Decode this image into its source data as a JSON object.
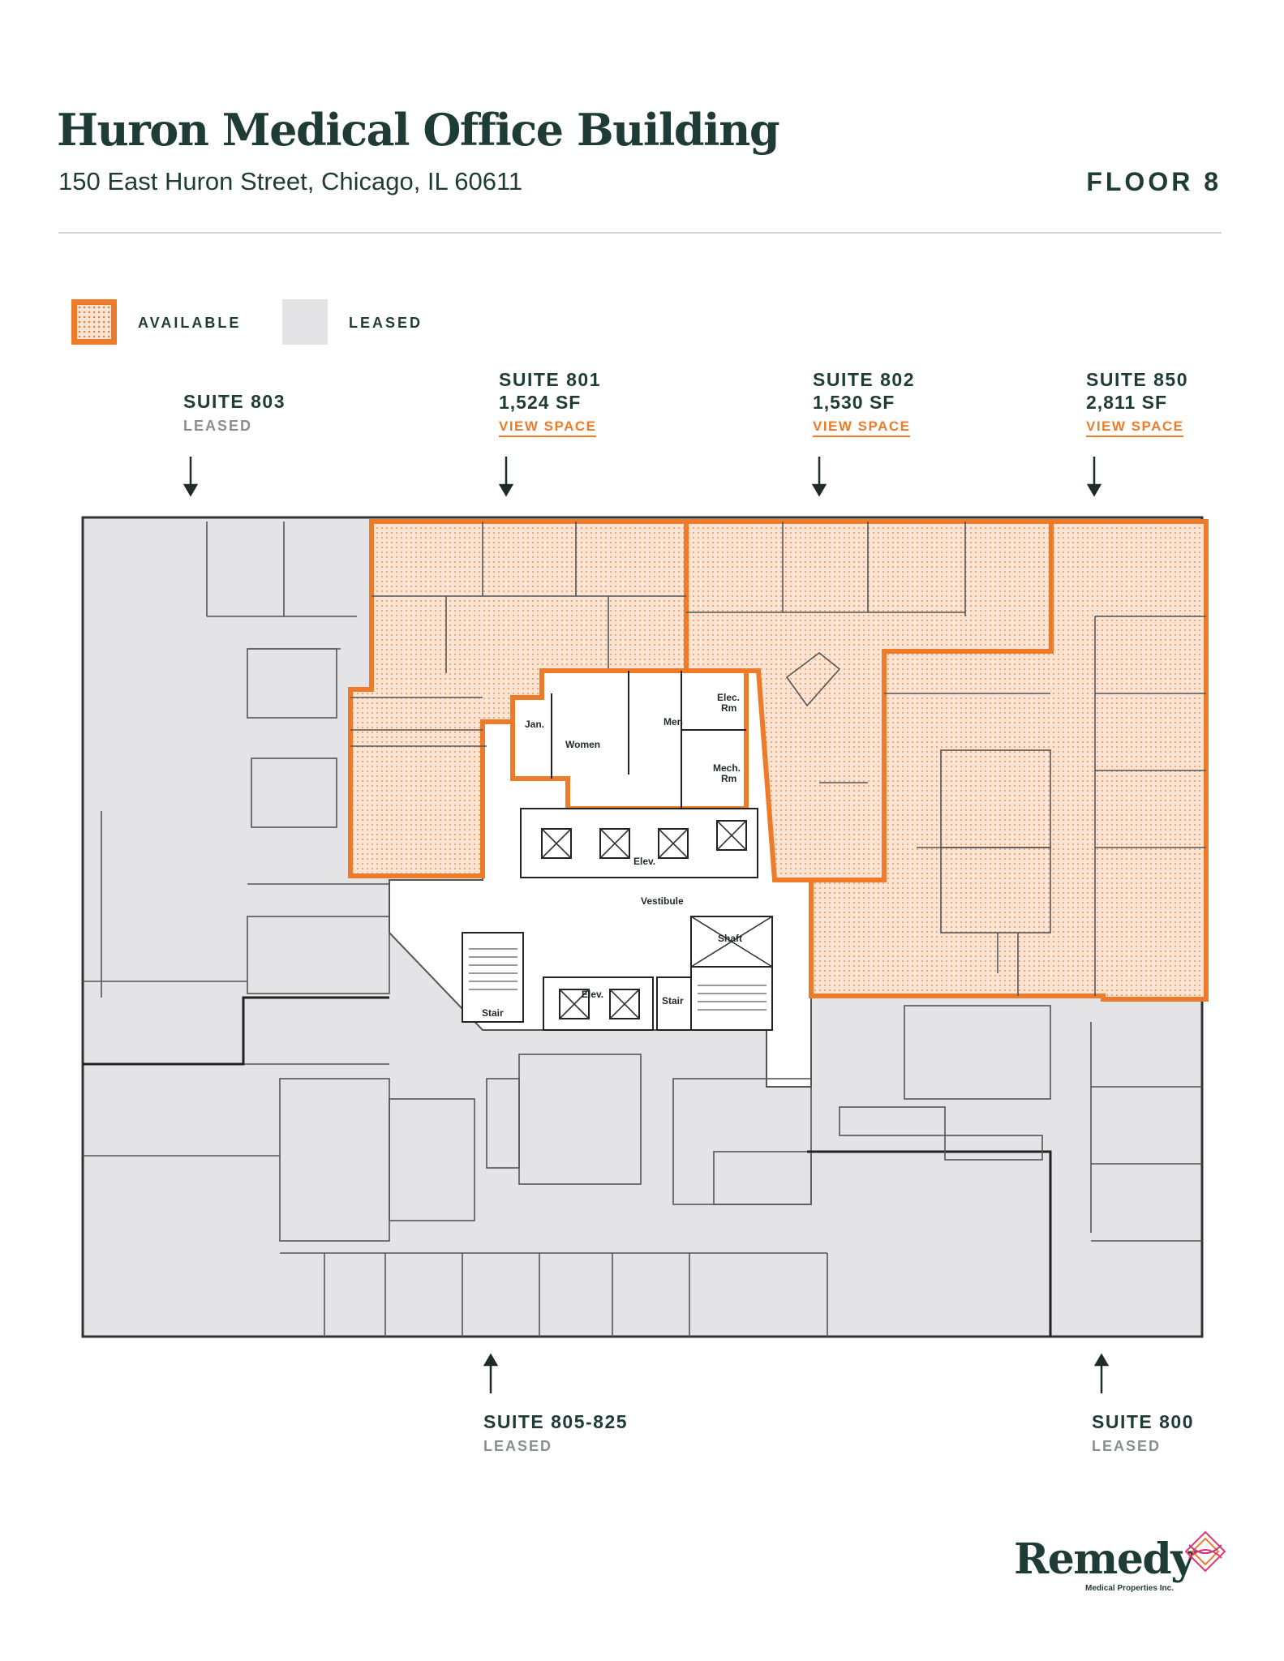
{
  "header": {
    "title": "Huron Medical Office Building",
    "address": "150 East Huron Street, Chicago, IL 60611",
    "floor": "FLOOR 8"
  },
  "legend": {
    "available": "AVAILABLE",
    "leased": "LEASED"
  },
  "suites": {
    "s803": {
      "name": "SUITE 803",
      "status": "LEASED"
    },
    "s801": {
      "name": "SUITE 801",
      "sf": "1,524 SF",
      "link": "VIEW SPACE"
    },
    "s802": {
      "name": "SUITE 802",
      "sf": "1,530 SF",
      "link": "VIEW SPACE"
    },
    "s850": {
      "name": "SUITE 850",
      "sf": "2,811 SF",
      "link": "VIEW SPACE"
    },
    "s805": {
      "name": "SUITE 805-825",
      "status": "LEASED"
    },
    "s800": {
      "name": "SUITE 800",
      "status": "LEASED"
    }
  },
  "rooms": {
    "jan": "Jan.",
    "women": "Women",
    "men": "Men",
    "elec1": "Elec.",
    "elec2": "Rm",
    "mech1": "Mech.",
    "mech2": "Rm",
    "elev_upper": "Elev.",
    "vestibule": "Vestibule",
    "shaft": "Shaft",
    "stair_left": "Stair",
    "elev_lower": "Elev.",
    "stair_right": "Stair"
  },
  "logo": {
    "wordmark": "Remedy",
    "tagline": "Medical Properties Inc."
  },
  "colors": {
    "available": "#ee7b2a",
    "leased": "#e4e4e6",
    "text": "#1f3b36"
  }
}
